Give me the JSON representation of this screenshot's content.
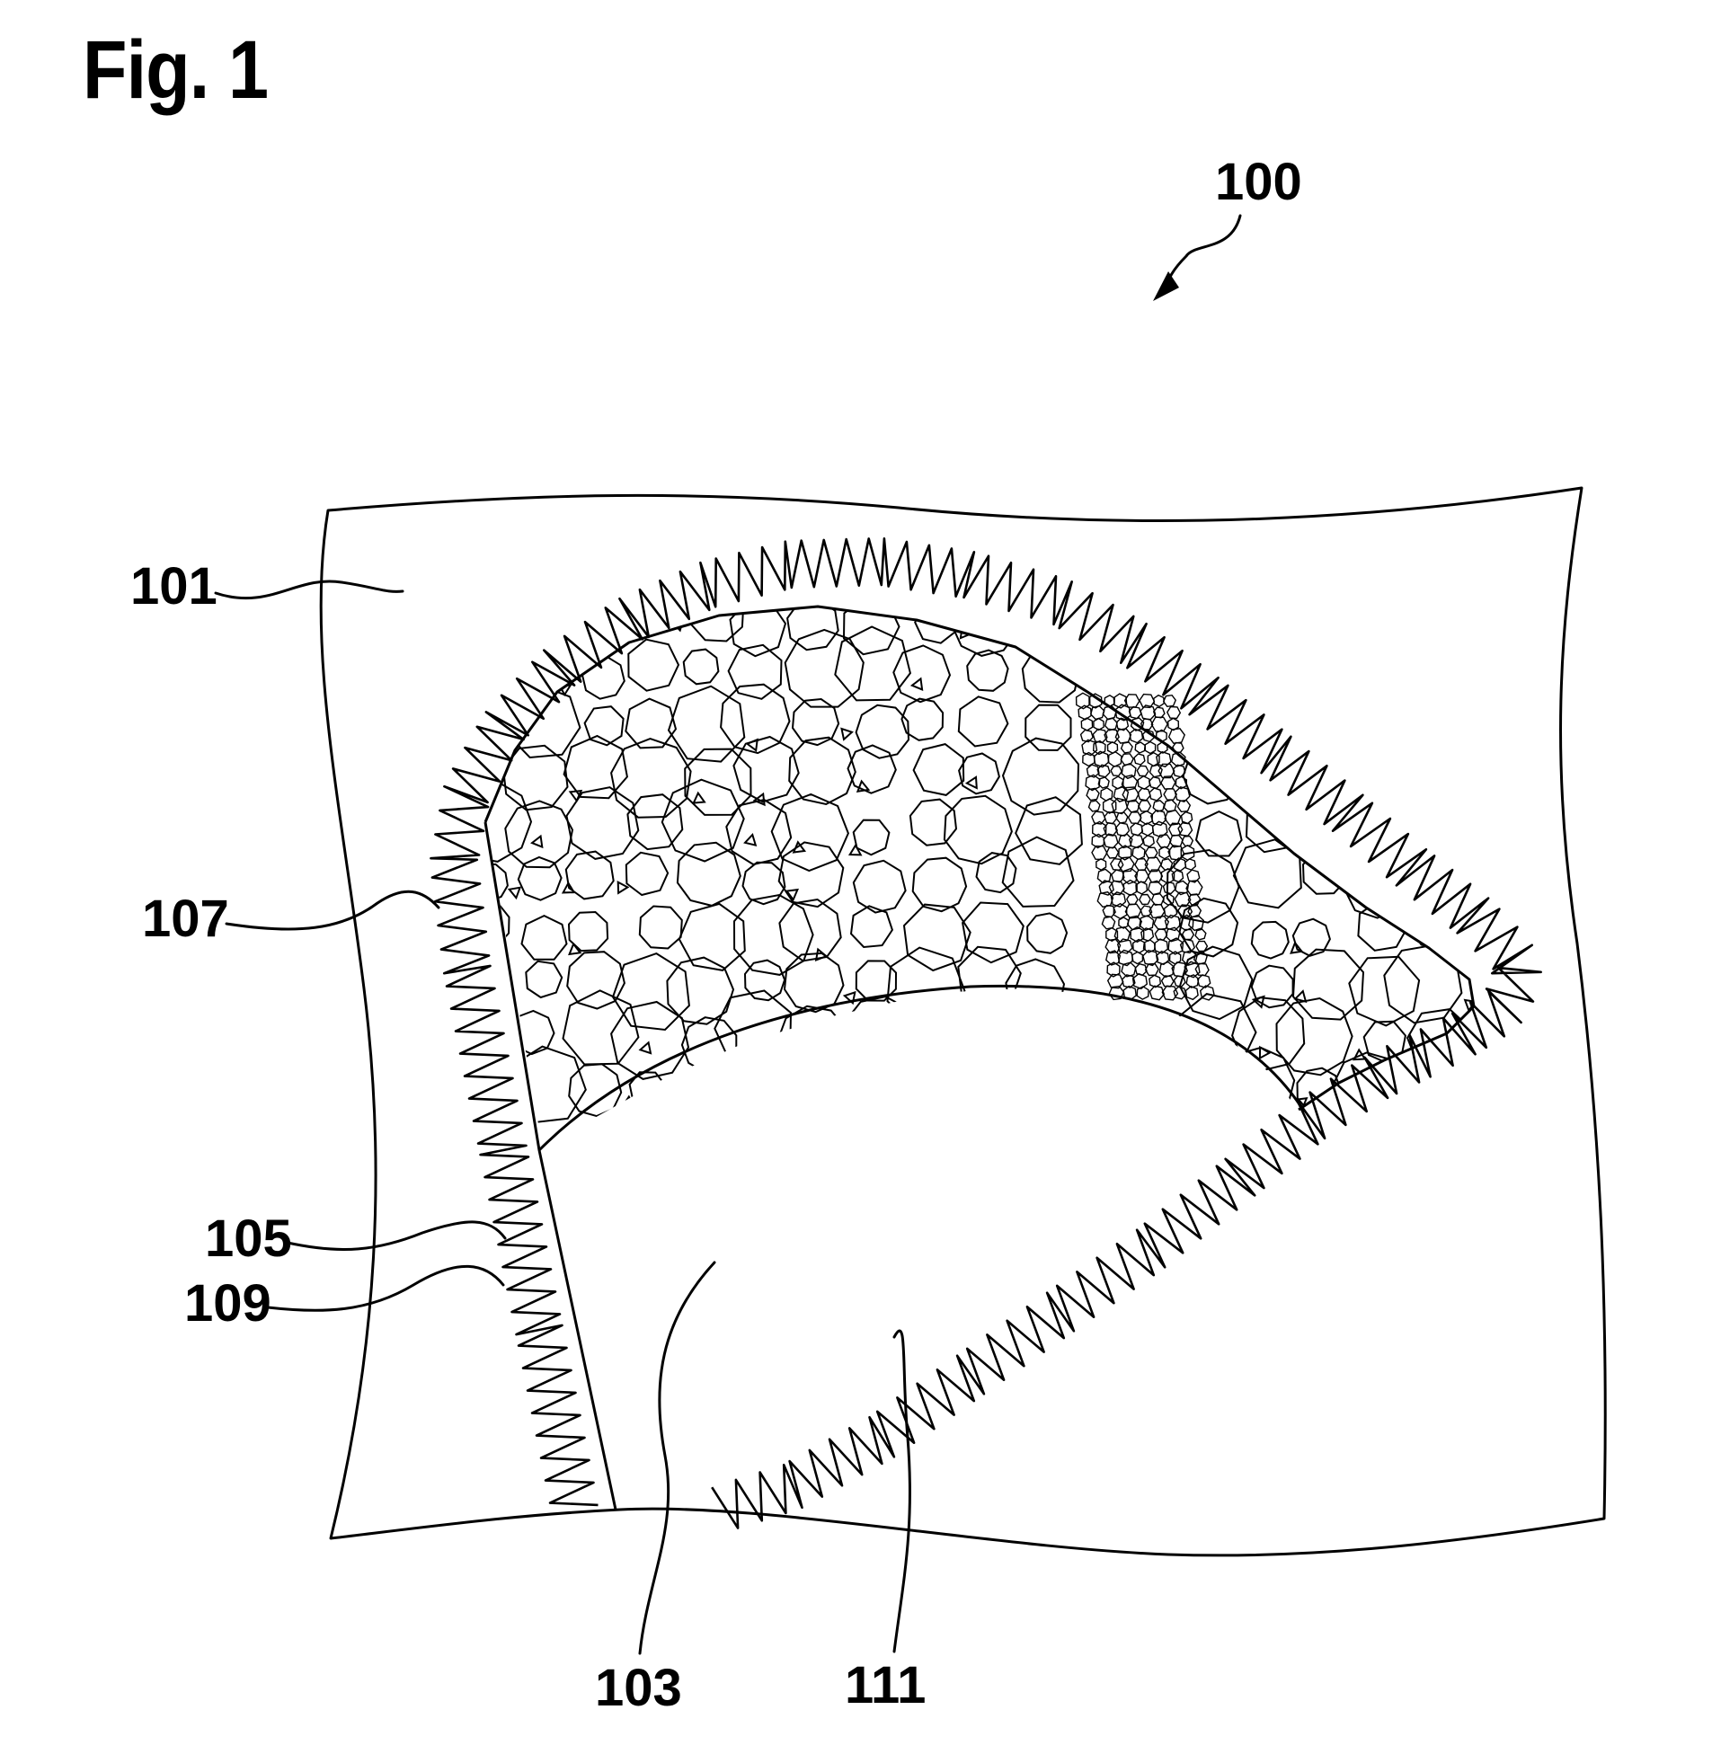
{
  "figure": {
    "title": "Fig. 1",
    "reference_numerals": {
      "assembly": "100",
      "sheet": "101",
      "opening": "103",
      "seam_inner": "105",
      "porous_region": "107",
      "seam_outer": "109",
      "seam_lower": "111"
    }
  }
}
